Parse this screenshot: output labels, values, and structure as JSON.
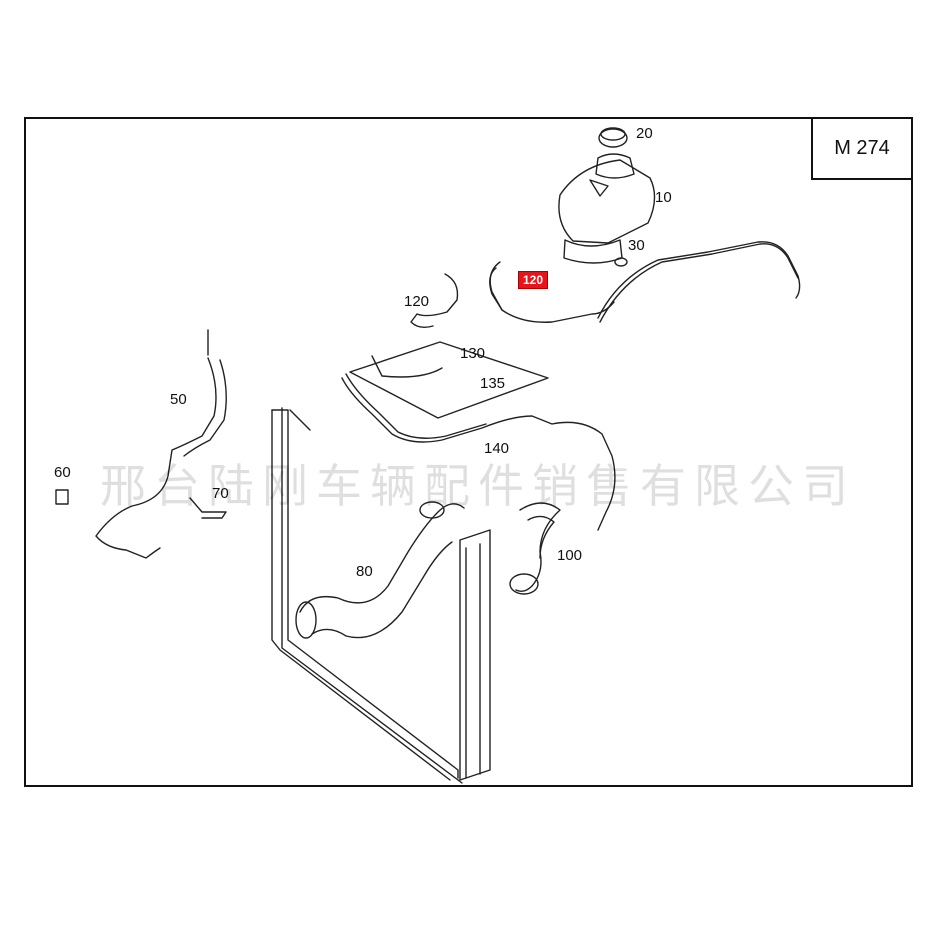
{
  "model": "M 274",
  "parts": [
    {
      "key": "p20",
      "label": "20"
    },
    {
      "key": "p10",
      "label": "10"
    },
    {
      "key": "p30",
      "label": "30"
    },
    {
      "key": "p120a",
      "label": "120",
      "highlight": true
    },
    {
      "key": "p120b",
      "label": "120"
    },
    {
      "key": "p130",
      "label": "130"
    },
    {
      "key": "p135",
      "label": "135"
    },
    {
      "key": "p50",
      "label": "50"
    },
    {
      "key": "p140",
      "label": "140"
    },
    {
      "key": "p60",
      "label": "60"
    },
    {
      "key": "p70",
      "label": "70"
    },
    {
      "key": "p80",
      "label": "80"
    },
    {
      "key": "p100",
      "label": "100"
    }
  ],
  "watermark": "邢台陆刚车辆配件销售有限公司",
  "colors": {
    "highlight": "#e8141c",
    "line": "#111111"
  }
}
